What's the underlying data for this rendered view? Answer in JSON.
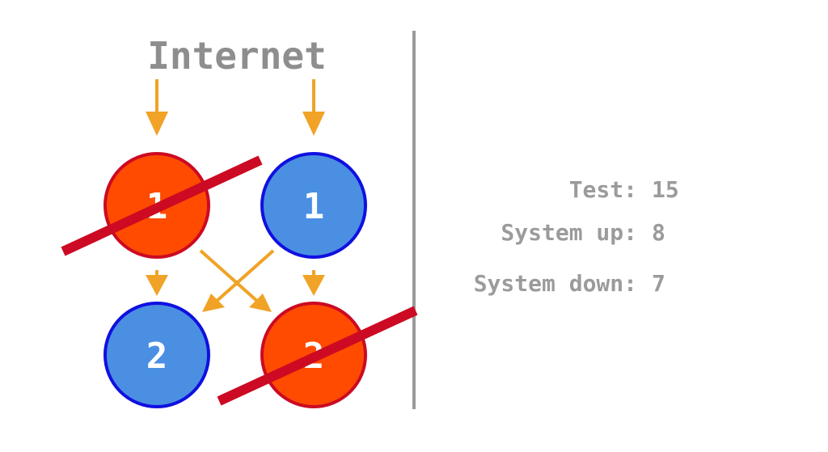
{
  "title": "Internet",
  "nodes": [
    {
      "id": "top-left",
      "label": "1",
      "status": "down"
    },
    {
      "id": "top-right",
      "label": "1",
      "status": "up"
    },
    {
      "id": "bottom-left",
      "label": "2",
      "status": "up"
    },
    {
      "id": "bottom-right",
      "label": "2",
      "status": "down"
    }
  ],
  "stats": [
    {
      "label": "Test:",
      "value": "15"
    },
    {
      "label": "System up:",
      "value": "8"
    },
    {
      "label": "System down:",
      "value": "7"
    }
  ],
  "colors": {
    "down_fill": "#ff4b00",
    "down_stroke": "#cc0a23",
    "up_fill": "#4a8fe2",
    "up_stroke": "#1010e0",
    "arrow": "#f0a326",
    "slash": "#cc0a23",
    "divider": "#9a9a9a",
    "text_gray": "#8e8e8e"
  }
}
